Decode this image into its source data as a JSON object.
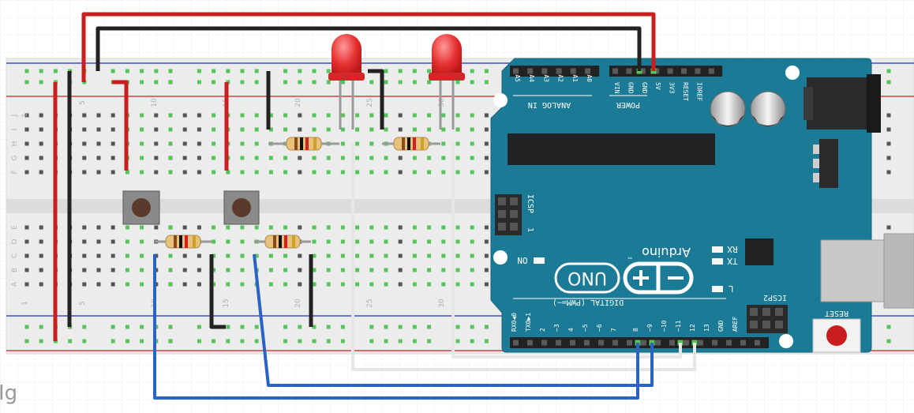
{
  "breadboard": {
    "row_labels_top": [
      "J",
      "I",
      "H",
      "G",
      "F"
    ],
    "row_labels_bottom": [
      "E",
      "D",
      "C",
      "B",
      "A"
    ],
    "column_numbers": [
      "1",
      "5",
      "10",
      "15",
      "20",
      "25",
      "30"
    ]
  },
  "arduino": {
    "brand": "Arduino",
    "trademark": "™",
    "model": "UNO",
    "analog_header_label": "ANALOG IN",
    "analog_pins": [
      "A5",
      "A4",
      "A3",
      "A2",
      "A1",
      "A0"
    ],
    "power_header_label": "POWER",
    "power_pins": [
      "VIN",
      "GND",
      "GND",
      "5V",
      "3V3",
      "RESET",
      "IOREF"
    ],
    "digital_header_label": "DIGITAL (PWM=~)",
    "digital_pins": [
      "RX0◀0",
      "TX0▶1",
      "2",
      "~3",
      "4",
      "~5",
      "~6",
      "7",
      "8",
      "~9",
      "~10",
      "~11",
      "12",
      "13",
      "GND",
      "AREF"
    ],
    "icsp_label": "ICSP",
    "icsp_pin1": "1",
    "icsp2_label": "ICSP2",
    "on_label": "ON",
    "rx_label": "RX",
    "tx_label": "TX",
    "l_label": "L",
    "reset_label": "RESET"
  },
  "watermark": "Ig",
  "colors": {
    "board_teal": "#1b7b96",
    "wire_red": "#c81e1e",
    "wire_black": "#222222",
    "wire_blue": "#2b63c4",
    "wire_white": "#e6e6e6",
    "led_red": "#e63030",
    "breadboard": "#ececec",
    "rail_red": "#d02020",
    "rail_blue": "#2030c0",
    "hole_active": "#57c45a"
  }
}
